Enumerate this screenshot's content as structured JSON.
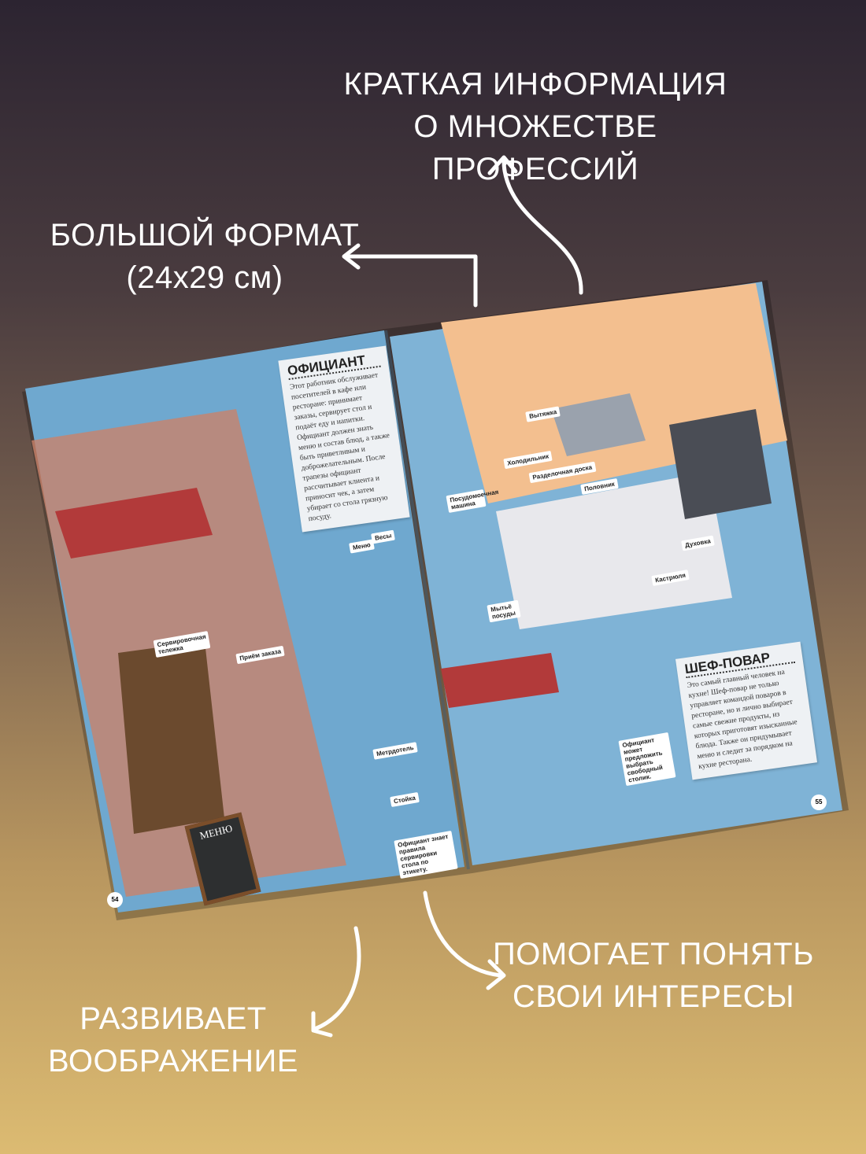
{
  "captions": {
    "top": [
      "КРАТКАЯ ИНФОРМАЦИЯ",
      "О МНОЖЕСТВЕ ПРОФЕССИЙ"
    ],
    "left": [
      "БОЛЬШОЙ ФОРМАТ",
      "(24x29 см)"
    ],
    "bottom_right": [
      "ПОМОГАЕТ ПОНЯТЬ",
      "СВОИ ИНТЕРЕСЫ"
    ],
    "bottom_left": [
      "РАЗВИВАЕТ",
      "ВООБРАЖЕНИЕ"
    ]
  },
  "book": {
    "left_page": {
      "page_number": "54",
      "info_box": {
        "title": "ОФИЦИАНТ",
        "text": "Этот работник обслуживает посетителей в кафе или ресторане: принимает заказы, сервирует стол и подаёт еду и напитки. Официант должен знать меню и состав блюд, а также быть приветливым и доброжелательным. После трапезы официант рассчитывает клиента и приносит чек, а затем убирает со стола грязную посуду."
      },
      "labels": [
        "Сервировочная тележка",
        "Приём заказа",
        "Меню",
        "Весы",
        "Метрдотель",
        "Стойка",
        "Официант знает правила сервировки стола по этикету."
      ],
      "menu_board": "МЕНЮ"
    },
    "right_page": {
      "page_number": "55",
      "info_box": {
        "title": "ШЕФ-ПОВАР",
        "text": "Это самый главный человек на кухне! Шеф-повар не только управляет командой поваров в ресторане, но и лично выбирает самые свежие продукты, из которых приготовят изысканные блюда. Также он придумывает меню и следит за порядком на кухне ресторана."
      },
      "labels": [
        "Посудомоечная машина",
        "Холодильник",
        "Вытяжка",
        "Разделочная доска",
        "Половник",
        "Духовка",
        "Кастрюля",
        "Мытьё посуды",
        "Официант может предложить выбрать свободный столик."
      ]
    }
  }
}
